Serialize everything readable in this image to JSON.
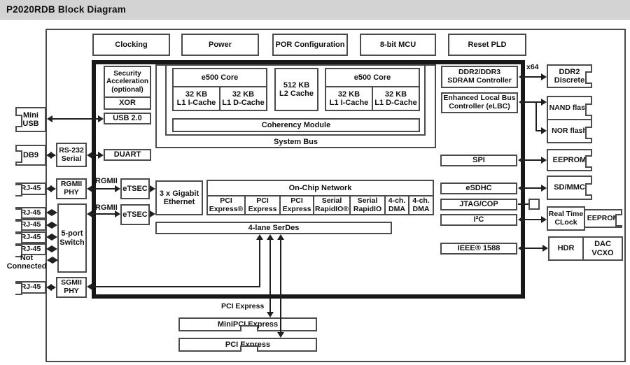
{
  "header": {
    "title": "P2020RDB Block Diagram"
  },
  "top_row": {
    "clocking": "Clocking",
    "power": "Power",
    "por": "POR Configuration",
    "mcu": "8-bit MCU",
    "reset_pld": "Reset PLD"
  },
  "soc": {
    "security_accel": "Security\nAcceleration\n(optional)",
    "xor": "XOR",
    "usb": "USB 2.0",
    "duart": "DUART",
    "core1": {
      "title": "e500 Core",
      "icache": "32 KB\nL1 I-Cache",
      "dcache": "32 KB\nL1 D-Cache"
    },
    "core2": {
      "title": "e500 Core",
      "icache": "32 KB\nL1 I-Cache",
      "dcache": "32 KB\nL1 D-Cache"
    },
    "l2": "512 KB\nL2 Cache",
    "coherency": "Coherency Module",
    "system_bus": "System Bus",
    "ddr": "DDR2/DDR3\nSDRAM Controller",
    "elbc": "Enhanced Local Bus\nController (eLBC)",
    "spi": "SPI",
    "esdhc": "eSDHC",
    "jtag": "JTAG/COP",
    "i2c": "I²C",
    "ieee1588": "IEEE® 1588",
    "etsec": "eTSEC",
    "gbe": "3 x Gigabit\nEthernet",
    "ocn": {
      "title": "On-Chip Network",
      "cells": [
        "PCI\nExpress®",
        "PCI\nExpress",
        "PCI\nExpress",
        "Serial\nRapidIO®",
        "Serial\nRapidIO",
        "4-ch.\nDMA",
        "4-ch.\nDMA"
      ]
    },
    "serdes": "4-lane SerDes",
    "rgmii": "RGMII"
  },
  "left": {
    "mini_usb": "Mini\nUSB",
    "db9": "DB9",
    "rs232": "RS-232\nSerial",
    "rgmii_phy": "RGMII\nPHY",
    "rj45": "RJ-45",
    "switch": "5-port\nSwitch",
    "not_connected": "Not\nConnected",
    "sgmii_phy": "SGMII\nPHY"
  },
  "right": {
    "x64": "x64",
    "ddr2_discrete": "DDR2\nDiscrete",
    "nand": "NAND flash",
    "nor": "NOR flash",
    "eeprom": "EEPROM",
    "sdmmc": "SD/MMC",
    "rtc": "Real Time\nCLock",
    "rtc_eeprom": "EEPROM",
    "hdr": "HDR",
    "dac": "DAC\nVCXO"
  },
  "bottom": {
    "pcie_label": "PCI Express",
    "minipcie": "MiniPCI Express",
    "pcie_slot": "PCI Express"
  },
  "colors": {
    "header_bg": "#d3d3d3",
    "line": "#231f20",
    "box_border": "#4b4b4d",
    "soc_border": "#181818"
  }
}
